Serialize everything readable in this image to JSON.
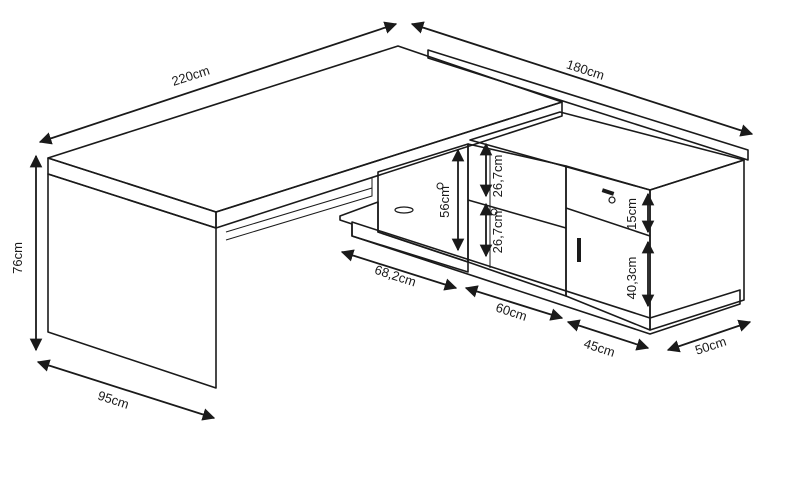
{
  "diagram": {
    "dimensions": {
      "desk_width": "220cm",
      "return_length": "180cm",
      "height": "76cm",
      "desk_depth": "95cm",
      "knee_width": "68,2cm",
      "cabinet_width_a": "60cm",
      "cabinet_width_b": "45cm",
      "cabinet_depth": "50cm",
      "inner_height": "56cm",
      "shelf_upper": "26,7cm",
      "shelf_lower": "26,7cm",
      "drawer_height": "15cm",
      "door_height": "40,3cm"
    },
    "colors": {
      "line": "#1a1a1a",
      "background": "#ffffff",
      "speckle": "#1a1a1a"
    }
  }
}
